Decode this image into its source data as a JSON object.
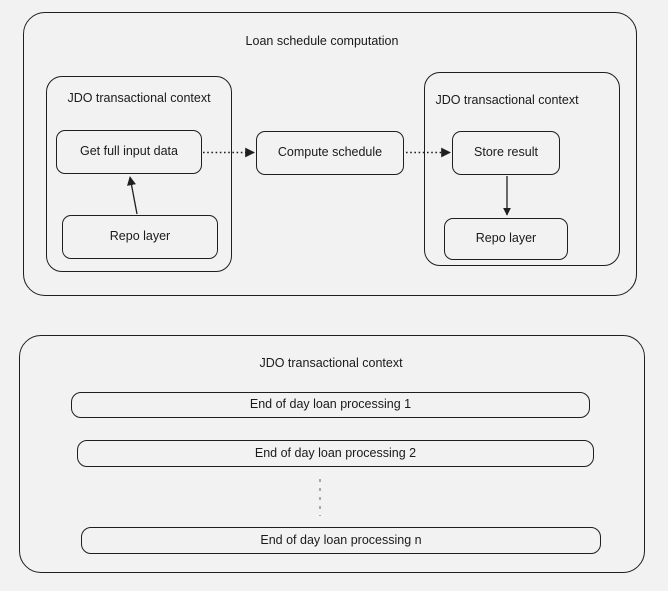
{
  "diagram": {
    "title": "Loan schedule computation",
    "background_color": "#f2f2f2",
    "stroke_color": "#1f1f1f",
    "text_color": "#1a1a1a",
    "groups": {
      "loan_schedule_computation": {
        "label": "Loan schedule computation",
        "left_context_label": "JDO transactional context",
        "right_context_label": "JDO transactional context",
        "nodes": {
          "get_full_input_data": "Get full input data",
          "left_repo_layer": "Repo layer",
          "compute_schedule": "Compute schedule",
          "store_result": "Store result",
          "right_repo_layer": "Repo layer"
        }
      },
      "end_of_day": {
        "label": "JDO transactional context",
        "rows": [
          "End of day loan processing 1",
          "End of day loan processing 2",
          "End of day loan processing n"
        ],
        "ellipsis": "vertical-dashed-ellipsis"
      }
    },
    "connectors": [
      {
        "name": "get-input-to-compute",
        "style": "dotted",
        "arrowhead": "filled-triangle"
      },
      {
        "name": "compute-to-store-result",
        "style": "dotted",
        "arrowhead": "filled-triangle"
      },
      {
        "name": "left-repo-to-get-input",
        "style": "solid",
        "arrowhead": "filled-triangle"
      },
      {
        "name": "store-result-to-right-repo",
        "style": "solid",
        "arrowhead": "filled-triangle"
      }
    ]
  }
}
